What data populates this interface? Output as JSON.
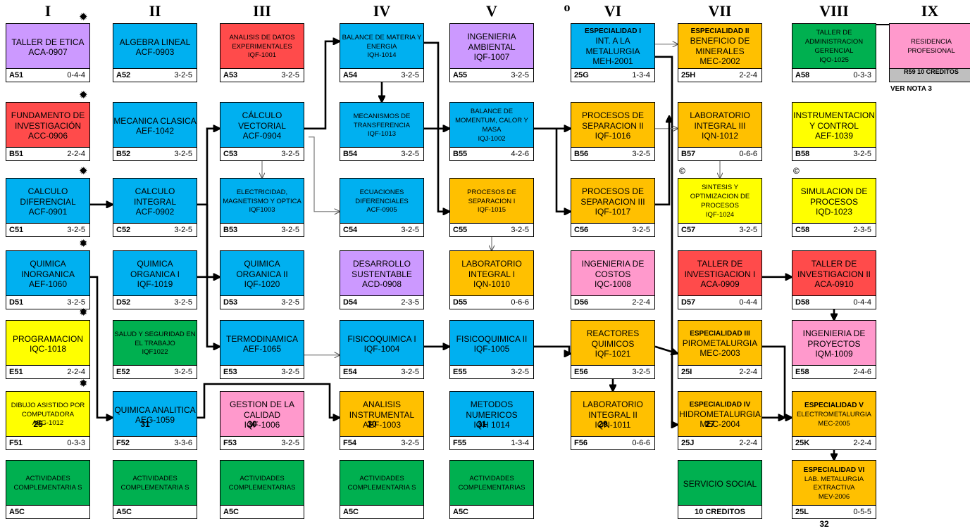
{
  "colors": {
    "blue": "#00b0f0",
    "purple": "#cc99ff",
    "red": "#ff4b4b",
    "green": "#00b050",
    "yellow": "#ffff00",
    "orange": "#ffc000",
    "pink": "#ff99cc"
  },
  "semesters": [
    "I",
    "II",
    "III",
    "IV",
    "V",
    "VI",
    "VII",
    "VIII",
    "IX"
  ],
  "semester_vi_mark": "o",
  "icons": {
    "credit_mark": "gear-icon",
    "copyright_mark": "©"
  },
  "courses": {
    "A51": {
      "name": "TALLER DE ETICA",
      "code": "ACA-0907",
      "key": "A51",
      "credits": "0-4-4",
      "color": "purple"
    },
    "A52": {
      "name": "ALGEBRA LINEAL",
      "code": "ACF-0903",
      "key": "A52",
      "credits": "3-2-5",
      "color": "blue"
    },
    "A53": {
      "name": "ANALISIS DE DATOS EXPERIMENTALES",
      "code": "IQF-1001",
      "key": "A53",
      "credits": "3-2-5",
      "color": "red"
    },
    "A54": {
      "name": "BALANCE DE MATERIA Y ENERGIA",
      "code": "IQH-1014",
      "key": "A54",
      "credits": "3-2-5",
      "color": "blue"
    },
    "A55": {
      "name": "INGENIERIA AMBIENTAL",
      "code": "IQF-1007",
      "key": "A55",
      "credits": "3-2-5",
      "color": "purple"
    },
    "25G": {
      "name": "ESPECIALIDAD I",
      "sub": "INT. A LA METALURGIA",
      "code": "MEH-2001",
      "key": "25G",
      "credits": "1-3-4",
      "color": "blue"
    },
    "25H": {
      "name": "ESPECIALIDAD II",
      "sub": "BENEFICIO DE MINERALES",
      "code": "MEC-2002",
      "key": "25H",
      "credits": "2-2-4",
      "color": "orange"
    },
    "A58": {
      "name": "TALLER DE ADMINISTRACION GERENCIAL",
      "code": "IQO-1025",
      "key": "A58",
      "credits": "0-3-3",
      "color": "green"
    },
    "RES": {
      "name": "RESIDENCIA PROFESIONAL",
      "foot": "R59 10 CREDITOS",
      "note": "VER NOTA 3",
      "color": "pink"
    },
    "B51": {
      "name": "FUNDAMENTO DE INVESTIGACIÓN",
      "code": "ACC-0906",
      "key": "B51",
      "credits": "2-2-4",
      "color": "red"
    },
    "B52": {
      "name": "MECANICA CLASICA",
      "code": "AEF-1042",
      "key": "B52",
      "credits": "3-2-5",
      "color": "blue"
    },
    "C53": {
      "name": "CÁLCULO VECTORIAL",
      "code": "ACF-0904",
      "key": "C53",
      "credits": "3-2-5",
      "color": "blue"
    },
    "B54": {
      "name": "MECANISMOS DE TRANSFERENCIA",
      "code": "IQF-1013",
      "key": "B54",
      "credits": "3-2-5",
      "color": "blue"
    },
    "B55": {
      "name": "BALANCE DE MOMENTUM, CALOR Y MASA",
      "code": "IQJ-1002",
      "key": "B55",
      "credits": "4-2-6",
      "color": "blue"
    },
    "B56": {
      "name": "PROCESOS DE SEPARACION II",
      "code": "IQF-1016",
      "key": "B56",
      "credits": "3-2-5",
      "color": "orange"
    },
    "B57": {
      "name": "LABORATORIO INTEGRAL III",
      "code": "IQN-1012",
      "key": "B57",
      "credits": "0-6-6",
      "color": "orange"
    },
    "B58": {
      "name": "INSTRUMENTACION Y CONTROL",
      "code": "AEF-1039",
      "key": "B58",
      "credits": "3-2-5",
      "color": "yellow"
    },
    "C51": {
      "name": "CALCULO DIFERENCIAL",
      "code": "ACF-0901",
      "key": "C51",
      "credits": "3-2-5",
      "color": "blue"
    },
    "C52": {
      "name": "CALCULO INTEGRAL",
      "code": "ACF-0902",
      "key": "C52",
      "credits": "3-2-5",
      "color": "blue"
    },
    "B53": {
      "name": "ELECTRICIDAD, MAGNETISMO Y OPTICA",
      "code": "IQF1003",
      "key": "B53",
      "credits": "3-2-5",
      "color": "blue"
    },
    "C54": {
      "name": "ECUACIONES DIFERENCIALES",
      "code": "ACF-0905",
      "key": "C54",
      "credits": "3-2-5",
      "color": "blue"
    },
    "C55": {
      "name": "PROCESOS DE SEPARACION I",
      "code": "IQF-1015",
      "key": "C55",
      "credits": "3-2-5",
      "color": "orange"
    },
    "C56": {
      "name": "PROCESOS DE SEPARACION III",
      "code": "IQF-1017",
      "key": "C56",
      "credits": "3-2-5",
      "color": "orange"
    },
    "C57": {
      "name": "SINTESIS Y OPTIMIZACION DE PROCESOS",
      "code": "IQF-1024",
      "key": "C57",
      "credits": "3-2-5",
      "color": "yellow"
    },
    "C58": {
      "name": "SIMULACION DE PROCESOS",
      "code": "IQD-1023",
      "key": "C58",
      "credits": "2-3-5",
      "color": "yellow"
    },
    "D51": {
      "name": "QUIMICA INORGANICA",
      "code": "AEF-1060",
      "key": "D51",
      "credits": "3-2-5",
      "color": "blue"
    },
    "D52": {
      "name": "QUIMICA ORGANICA I",
      "code": "IQF-1019",
      "key": "D52",
      "credits": "3-2-5",
      "color": "blue"
    },
    "D53": {
      "name": "QUIMICA ORGANICA II",
      "code": "IQF-1020",
      "key": "D53",
      "credits": "3-2-5",
      "color": "blue"
    },
    "D54": {
      "name": "DESARROLLO SUSTENTABLE",
      "code": "ACD-0908",
      "key": "D54",
      "credits": "2-3-5",
      "color": "purple"
    },
    "D55": {
      "name": "LABORATORIO INTEGRAL I",
      "code": "IQN-1010",
      "key": "D55",
      "credits": "0-6-6",
      "color": "orange"
    },
    "D56": {
      "name": "INGENIERIA DE COSTOS",
      "code": "IQC-1008",
      "key": "D56",
      "credits": "2-2-4",
      "color": "pink"
    },
    "D57": {
      "name": "TALLER DE INVESTIGACION I",
      "code": "ACA-0909",
      "key": "D57",
      "credits": "0-4-4",
      "color": "red"
    },
    "D58": {
      "name": "TALLER DE INVESTIGACION II",
      "code": "ACA-0910",
      "key": "D58",
      "credits": "0-4-4",
      "color": "red"
    },
    "E51": {
      "name": "PROGRAMACION",
      "code": "IQC-1018",
      "key": "E51",
      "credits": "2-2-4",
      "color": "yellow"
    },
    "E52": {
      "name": "SALUD Y SEGURIDAD EN EL TRABAJO",
      "code": "IQF1022",
      "key": "E52",
      "credits": "3-2-5",
      "color": "green"
    },
    "E53": {
      "name": "TERMODINAMICA",
      "code": "AEF-1065",
      "key": "E53",
      "credits": "3-2-5",
      "color": "blue"
    },
    "E54": {
      "name": "FISICOQUIMICA I",
      "code": "IQF-1004",
      "key": "E54",
      "credits": "3-2-5",
      "color": "blue"
    },
    "E55": {
      "name": "FISICOQUIMICA II",
      "code": "IQF-1005",
      "key": "E55",
      "credits": "3-2-5",
      "color": "blue"
    },
    "E56": {
      "name": "REACTORES QUIMICOS",
      "code": "IQF-1021",
      "key": "E56",
      "credits": "3-2-5",
      "color": "orange"
    },
    "25I": {
      "name": "ESPECIALIDAD III",
      "sub": "PIROMETALURGIA",
      "code": "MEC-2003",
      "key": "25I",
      "credits": "2-2-4",
      "color": "orange"
    },
    "E58": {
      "name": "INGENIERIA DE PROYECTOS",
      "code": "IQM-1009",
      "key": "E58",
      "credits": "2-4-6",
      "color": "pink"
    },
    "F51": {
      "name": "DIBUJO ASISTIDO POR COMPUTADORA",
      "code": "AEG-1012",
      "key": "F51",
      "credits": "0-3-3",
      "color": "yellow"
    },
    "F52": {
      "name": "QUIMICA ANALITICA",
      "code": "AEG-1059",
      "key": "F52",
      "credits": "3-3-6",
      "color": "blue"
    },
    "F53": {
      "name": "GESTION DE LA CALIDAD",
      "code": "IQF-1006",
      "key": "F53",
      "credits": "3-2-5",
      "color": "pink"
    },
    "F54": {
      "name": "ANALISIS INSTRUMENTAL",
      "code": "AEF-1003",
      "key": "F54",
      "credits": "3-2-5",
      "color": "orange"
    },
    "F55": {
      "name": "METODOS NUMERICOS",
      "code": "IQH 1014",
      "key": "F55",
      "credits": "1-3-4",
      "color": "blue"
    },
    "F56": {
      "name": "LABORATORIO INTEGRAL II",
      "code": "IQN-1011",
      "key": "F56",
      "credits": "0-6-6",
      "color": "orange"
    },
    "25J": {
      "name": "ESPECIALIDAD IV",
      "sub": "HIDROMETALURGIA",
      "code": "MEC-2004",
      "key": "25J",
      "credits": "2-2-4",
      "color": "orange"
    },
    "25K": {
      "name": "ESPECIALIDAD V",
      "sub": "ELECTROMETALURGIA",
      "code": "MEC-2005",
      "key": "25K",
      "credits": "2-2-4",
      "color": "orange"
    },
    "25L": {
      "name": "ESPECIALIDAD VI",
      "sub": "LAB. METALURGIA EXTRACTIVA",
      "code": "MEV-2006",
      "key": "25L",
      "credits": "0-5-5",
      "color": "orange"
    },
    "ACT1": {
      "name": "ACTIVIDADES COMPLEMENTARIA S",
      "key": "A5C",
      "color": "green"
    },
    "ACT2": {
      "name": "ACTIVIDADES COMPLEMENTARIA S",
      "key": "A5C",
      "color": "green"
    },
    "ACT3": {
      "name": "ACTIVIDADES COMPLEMENTARIAS",
      "key": "A5C",
      "color": "green"
    },
    "ACT4": {
      "name": "ACTIVIDADES COMPLEMENTARIA S",
      "key": "A5C",
      "color": "green"
    },
    "ACT5": {
      "name": "ACTIVIDADES COMPLEMENTARIAS",
      "key": "A5C",
      "color": "green"
    },
    "SS": {
      "name": "SERVICIO SOCIAL",
      "foot": "10 CREDITOS",
      "color": "green"
    }
  },
  "totals": [
    "25",
    "31",
    "30",
    "30",
    "31",
    "29",
    "27",
    "32"
  ]
}
